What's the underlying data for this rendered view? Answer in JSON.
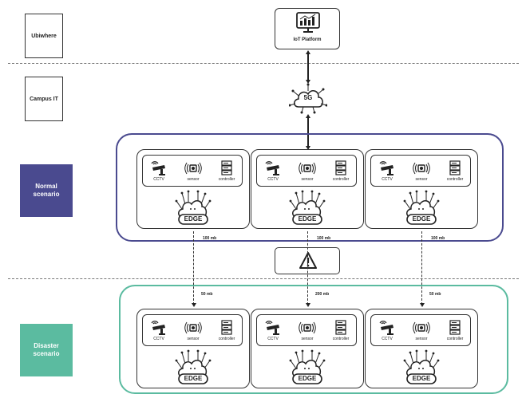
{
  "left_labels": {
    "ubiwhere": "Ubiwhere",
    "campus_it": "Campus IT",
    "normal": "Normal scenario",
    "disaster": "Disaster scenario"
  },
  "colors": {
    "normal": "#4a4a8f",
    "disaster": "#5bbba0",
    "ink": "#222222"
  },
  "iot_platform": "IoT Platform",
  "fiveg": "5G",
  "device_labels": {
    "cctv": "CCTV",
    "sensor": "sensor",
    "controller": "controller"
  },
  "edge_label": "EDGE",
  "normal_links": [
    "100 mb",
    "100 mb",
    "100 mb"
  ],
  "disaster_links": [
    "50 mb",
    "200 mb",
    "50 mb"
  ]
}
